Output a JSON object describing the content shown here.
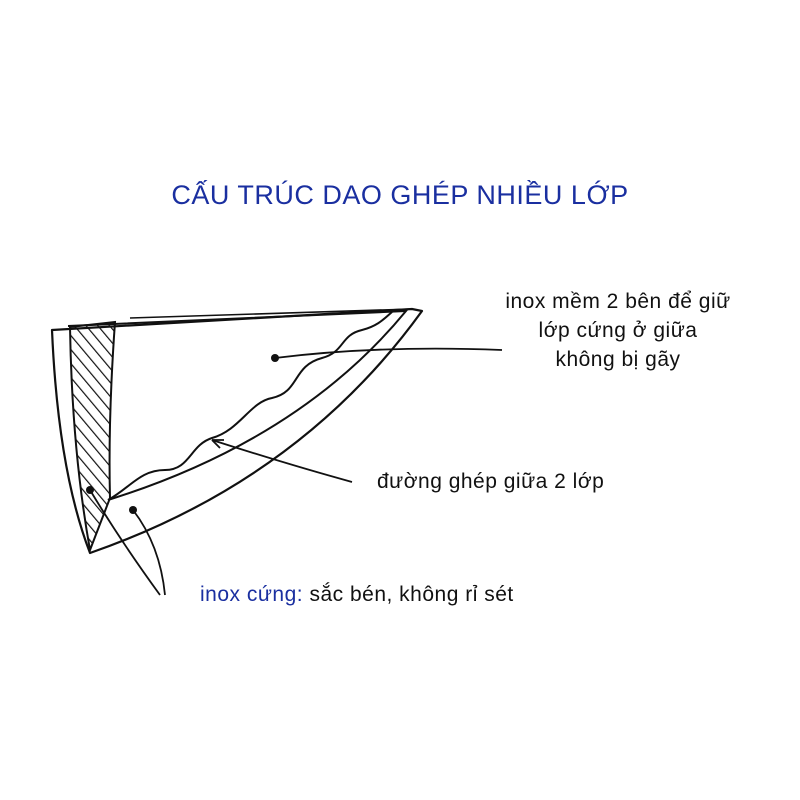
{
  "title": {
    "text": "CẤU TRÚC DAO GHÉP NHIỀU LỚP",
    "color": "#1a2fa0"
  },
  "labels": {
    "soft_steel": [
      "inox mềm 2 bên để giữ",
      "lớp cứng ở giữa",
      "không bị gãy"
    ],
    "seam": "đường ghép giữa 2 lớp",
    "hard_steel_term": "inox cứng:",
    "hard_steel_desc": " sắc bén, không rỉ sét"
  },
  "colors": {
    "line": "#111111",
    "term": "#1a2fa0"
  }
}
